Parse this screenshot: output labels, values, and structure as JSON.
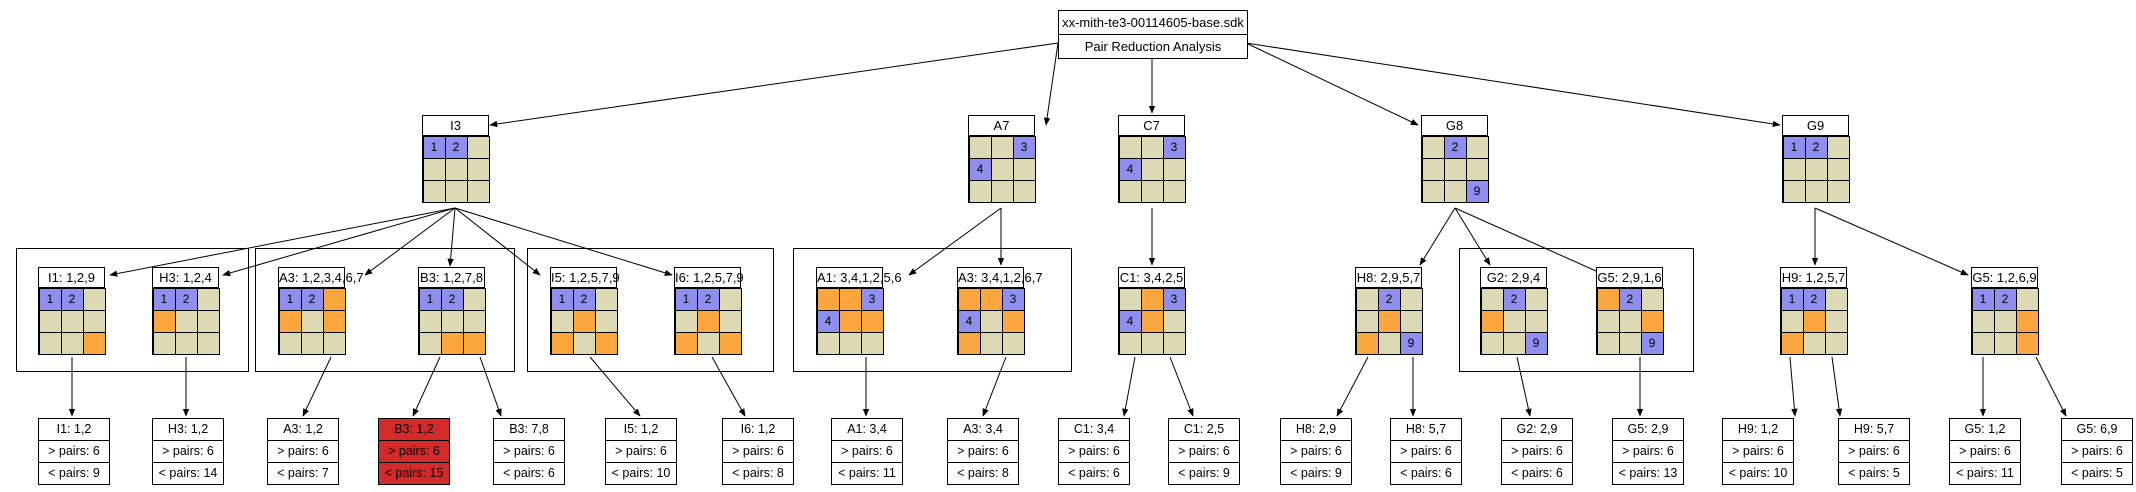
{
  "root": {
    "file": "xx-mith-te3-00114605-base.sdk",
    "subtitle": "Pair Reduction Analysis"
  },
  "nodes": [
    {
      "id": "I3",
      "title": "I3",
      "cells": [
        [
          "blue",
          "1"
        ],
        [
          "blue",
          "2"
        ],
        [
          "",
          ""
        ],
        [
          "",
          ""
        ],
        [
          "",
          ""
        ],
        [
          "",
          ""
        ],
        [
          "",
          ""
        ],
        [
          "",
          ""
        ],
        [
          "",
          ""
        ]
      ]
    },
    {
      "id": "A7",
      "title": "A7",
      "cells": [
        [
          "",
          ""
        ],
        [
          "",
          ""
        ],
        [
          "blue",
          "3"
        ],
        [
          "blue",
          "4"
        ],
        [
          "",
          ""
        ],
        [
          "",
          ""
        ],
        [
          "",
          ""
        ],
        [
          "",
          ""
        ],
        [
          "",
          ""
        ]
      ]
    },
    {
      "id": "C7",
      "title": "C7",
      "cells": [
        [
          "",
          ""
        ],
        [
          "",
          ""
        ],
        [
          "blue",
          "3"
        ],
        [
          "blue",
          "4"
        ],
        [
          "",
          ""
        ],
        [
          "",
          ""
        ],
        [
          "",
          ""
        ],
        [
          "",
          ""
        ],
        [
          "",
          ""
        ]
      ]
    },
    {
      "id": "G8",
      "title": "G8",
      "cells": [
        [
          "",
          ""
        ],
        [
          "blue",
          "2"
        ],
        [
          "",
          ""
        ],
        [
          "",
          ""
        ],
        [
          "",
          ""
        ],
        [
          "",
          ""
        ],
        [
          "",
          ""
        ],
        [
          "",
          ""
        ],
        [
          "blue",
          "9"
        ]
      ]
    },
    {
      "id": "G9",
      "title": "G9",
      "cells": [
        [
          "blue",
          "1"
        ],
        [
          "blue",
          "2"
        ],
        [
          "",
          ""
        ],
        [
          "",
          ""
        ],
        [
          "",
          ""
        ],
        [
          "",
          ""
        ],
        [
          "",
          ""
        ],
        [
          "",
          ""
        ],
        [
          "",
          ""
        ]
      ]
    },
    {
      "id": "I3a",
      "title": "I1: 1,2,9",
      "cells": [
        [
          "blue",
          "1"
        ],
        [
          "blue",
          "2"
        ],
        [
          "",
          ""
        ],
        [
          "",
          ""
        ],
        [
          "",
          ""
        ],
        [
          "",
          ""
        ],
        [
          "",
          ""
        ],
        [
          "",
          ""
        ],
        [
          "orange",
          ""
        ]
      ]
    },
    {
      "id": "I3b",
      "title": "H3: 1,2,4",
      "cells": [
        [
          "blue",
          "1"
        ],
        [
          "blue",
          "2"
        ],
        [
          "",
          ""
        ],
        [
          "orange",
          ""
        ],
        [
          "",
          ""
        ],
        [
          "",
          ""
        ],
        [
          "",
          ""
        ],
        [
          "",
          ""
        ],
        [
          "",
          ""
        ]
      ]
    },
    {
      "id": "I3c",
      "title": "A3: 1,2,3,4,6,7",
      "cells": [
        [
          "blue",
          "1"
        ],
        [
          "blue",
          "2"
        ],
        [
          "orange",
          ""
        ],
        [
          "orange",
          ""
        ],
        [
          "",
          ""
        ],
        [
          "orange",
          ""
        ],
        [
          "",
          ""
        ],
        [
          "",
          ""
        ],
        [
          "",
          ""
        ]
      ]
    },
    {
      "id": "I3d",
      "title": "B3: 1,2,7,8",
      "cells": [
        [
          "blue",
          "1"
        ],
        [
          "blue",
          "2"
        ],
        [
          "",
          ""
        ],
        [
          "",
          ""
        ],
        [
          "",
          ""
        ],
        [
          "",
          ""
        ],
        [
          "",
          ""
        ],
        [
          "orange",
          ""
        ],
        [
          "orange",
          ""
        ]
      ]
    },
    {
      "id": "I3e",
      "title": "I5: 1,2,5,7,9",
      "cells": [
        [
          "blue",
          "1"
        ],
        [
          "blue",
          "2"
        ],
        [
          "",
          ""
        ],
        [
          "",
          ""
        ],
        [
          "orange",
          ""
        ],
        [
          "",
          ""
        ],
        [
          "orange",
          ""
        ],
        [
          "",
          ""
        ],
        [
          "orange",
          ""
        ]
      ]
    },
    {
      "id": "I3f",
      "title": "I6: 1,2,5,7,9",
      "cells": [
        [
          "blue",
          "1"
        ],
        [
          "blue",
          "2"
        ],
        [
          "",
          ""
        ],
        [
          "",
          ""
        ],
        [
          "orange",
          ""
        ],
        [
          "",
          ""
        ],
        [
          "orange",
          ""
        ],
        [
          "",
          ""
        ],
        [
          "orange",
          ""
        ]
      ]
    },
    {
      "id": "A7a",
      "title": "A1: 3,4,1,2,5,6",
      "cells": [
        [
          "orange",
          ""
        ],
        [
          "orange",
          ""
        ],
        [
          "blue",
          "3"
        ],
        [
          "blue",
          "4"
        ],
        [
          "orange",
          ""
        ],
        [
          "orange",
          ""
        ],
        [
          "",
          ""
        ],
        [
          "",
          ""
        ],
        [
          "",
          ""
        ]
      ]
    },
    {
      "id": "A7b",
      "title": "A3: 3,4,1,2,6,7",
      "cells": [
        [
          "orange",
          ""
        ],
        [
          "orange",
          ""
        ],
        [
          "blue",
          "3"
        ],
        [
          "blue",
          "4"
        ],
        [
          "",
          ""
        ],
        [
          "orange",
          ""
        ],
        [
          "orange",
          ""
        ],
        [
          "",
          ""
        ],
        [
          "",
          ""
        ]
      ]
    },
    {
      "id": "C7a",
      "title": "C1: 3,4,2,5",
      "cells": [
        [
          "",
          ""
        ],
        [
          "orange",
          ""
        ],
        [
          "blue",
          "3"
        ],
        [
          "blue",
          "4"
        ],
        [
          "orange",
          ""
        ],
        [
          "",
          ""
        ],
        [
          "",
          ""
        ],
        [
          "",
          ""
        ],
        [
          "",
          ""
        ]
      ]
    },
    {
      "id": "G8a",
      "title": "H8: 2,9,5,7",
      "cells": [
        [
          "",
          ""
        ],
        [
          "blue",
          "2"
        ],
        [
          "",
          ""
        ],
        [
          "",
          ""
        ],
        [
          "orange",
          ""
        ],
        [
          "",
          ""
        ],
        [
          "orange",
          ""
        ],
        [
          "",
          ""
        ],
        [
          "blue",
          "9"
        ]
      ]
    },
    {
      "id": "G8b",
      "title": "G2: 2,9,4",
      "cells": [
        [
          "",
          ""
        ],
        [
          "blue",
          "2"
        ],
        [
          "",
          ""
        ],
        [
          "orange",
          ""
        ],
        [
          "",
          ""
        ],
        [
          "",
          ""
        ],
        [
          "",
          ""
        ],
        [
          "",
          ""
        ],
        [
          "blue",
          "9"
        ]
      ]
    },
    {
      "id": "G8c",
      "title": "G5: 2,9,1,6",
      "cells": [
        [
          "orange",
          ""
        ],
        [
          "blue",
          "2"
        ],
        [
          "",
          ""
        ],
        [
          "",
          ""
        ],
        [
          "",
          ""
        ],
        [
          "orange",
          ""
        ],
        [
          "",
          ""
        ],
        [
          "",
          ""
        ],
        [
          "blue",
          "9"
        ]
      ]
    },
    {
      "id": "G9a",
      "title": "H9: 1,2,5,7",
      "cells": [
        [
          "blue",
          "1"
        ],
        [
          "blue",
          "2"
        ],
        [
          "",
          ""
        ],
        [
          "",
          ""
        ],
        [
          "orange",
          ""
        ],
        [
          "",
          ""
        ],
        [
          "orange",
          ""
        ],
        [
          "",
          ""
        ],
        [
          "",
          ""
        ]
      ]
    },
    {
      "id": "G9b",
      "title": "G5: 1,2,6,9",
      "cells": [
        [
          "blue",
          "1"
        ],
        [
          "blue",
          "2"
        ],
        [
          "",
          ""
        ],
        [
          "",
          ""
        ],
        [
          "",
          ""
        ],
        [
          "orange",
          ""
        ],
        [
          "",
          ""
        ],
        [
          "",
          ""
        ],
        [
          "orange",
          ""
        ]
      ]
    }
  ],
  "leaves": [
    {
      "id": "L1",
      "title": "I1: 1,2",
      "gt": "> pairs: 6",
      "lt": "< pairs: 9"
    },
    {
      "id": "L2",
      "title": "H3: 1,2",
      "gt": "> pairs: 6",
      "lt": "< pairs: 14"
    },
    {
      "id": "L3",
      "title": "A3: 1,2",
      "gt": "> pairs: 6",
      "lt": "< pairs: 7"
    },
    {
      "id": "L4",
      "title": "B3: 1,2",
      "gt": "> pairs: 6",
      "lt": "< pairs: 15",
      "highlight": true
    },
    {
      "id": "L5",
      "title": "B3: 7,8",
      "gt": "> pairs: 6",
      "lt": "< pairs: 6"
    },
    {
      "id": "L6",
      "title": "I5: 1,2",
      "gt": "> pairs: 6",
      "lt": "< pairs: 10"
    },
    {
      "id": "L7",
      "title": "I6: 1,2",
      "gt": "> pairs: 6",
      "lt": "< pairs: 8"
    },
    {
      "id": "L8",
      "title": "A1: 3,4",
      "gt": "> pairs: 6",
      "lt": "< pairs: 11"
    },
    {
      "id": "L9",
      "title": "A3: 3,4",
      "gt": "> pairs: 6",
      "lt": "< pairs: 8"
    },
    {
      "id": "L10",
      "title": "C1: 3,4",
      "gt": "> pairs: 6",
      "lt": "< pairs: 6"
    },
    {
      "id": "L11",
      "title": "C1: 2,5",
      "gt": "> pairs: 6",
      "lt": "< pairs: 9"
    },
    {
      "id": "L12",
      "title": "H8: 2,9",
      "gt": "> pairs: 6",
      "lt": "< pairs: 9"
    },
    {
      "id": "L13",
      "title": "H8: 5,7",
      "gt": "> pairs: 6",
      "lt": "< pairs: 6"
    },
    {
      "id": "L14",
      "title": "G2: 2,9",
      "gt": "> pairs: 6",
      "lt": "< pairs: 6"
    },
    {
      "id": "L15",
      "title": "G5: 2,9",
      "gt": "> pairs: 6",
      "lt": "< pairs: 13"
    },
    {
      "id": "L16",
      "title": "H9: 1,2",
      "gt": "> pairs: 6",
      "lt": "< pairs: 10"
    },
    {
      "id": "L17",
      "title": "H9: 5,7",
      "gt": "> pairs: 6",
      "lt": "< pairs: 5"
    },
    {
      "id": "L18",
      "title": "G5: 1,2",
      "gt": "> pairs: 6",
      "lt": "< pairs: 11"
    },
    {
      "id": "L19",
      "title": "G5: 6,9",
      "gt": "> pairs: 6",
      "lt": "< pairs: 5"
    }
  ],
  "colors": {
    "cell_default": "#dcd9b4",
    "cell_blue": "#8f8ff0",
    "cell_orange": "#fba63f",
    "leaf_highlight": "#d42a2a"
  }
}
